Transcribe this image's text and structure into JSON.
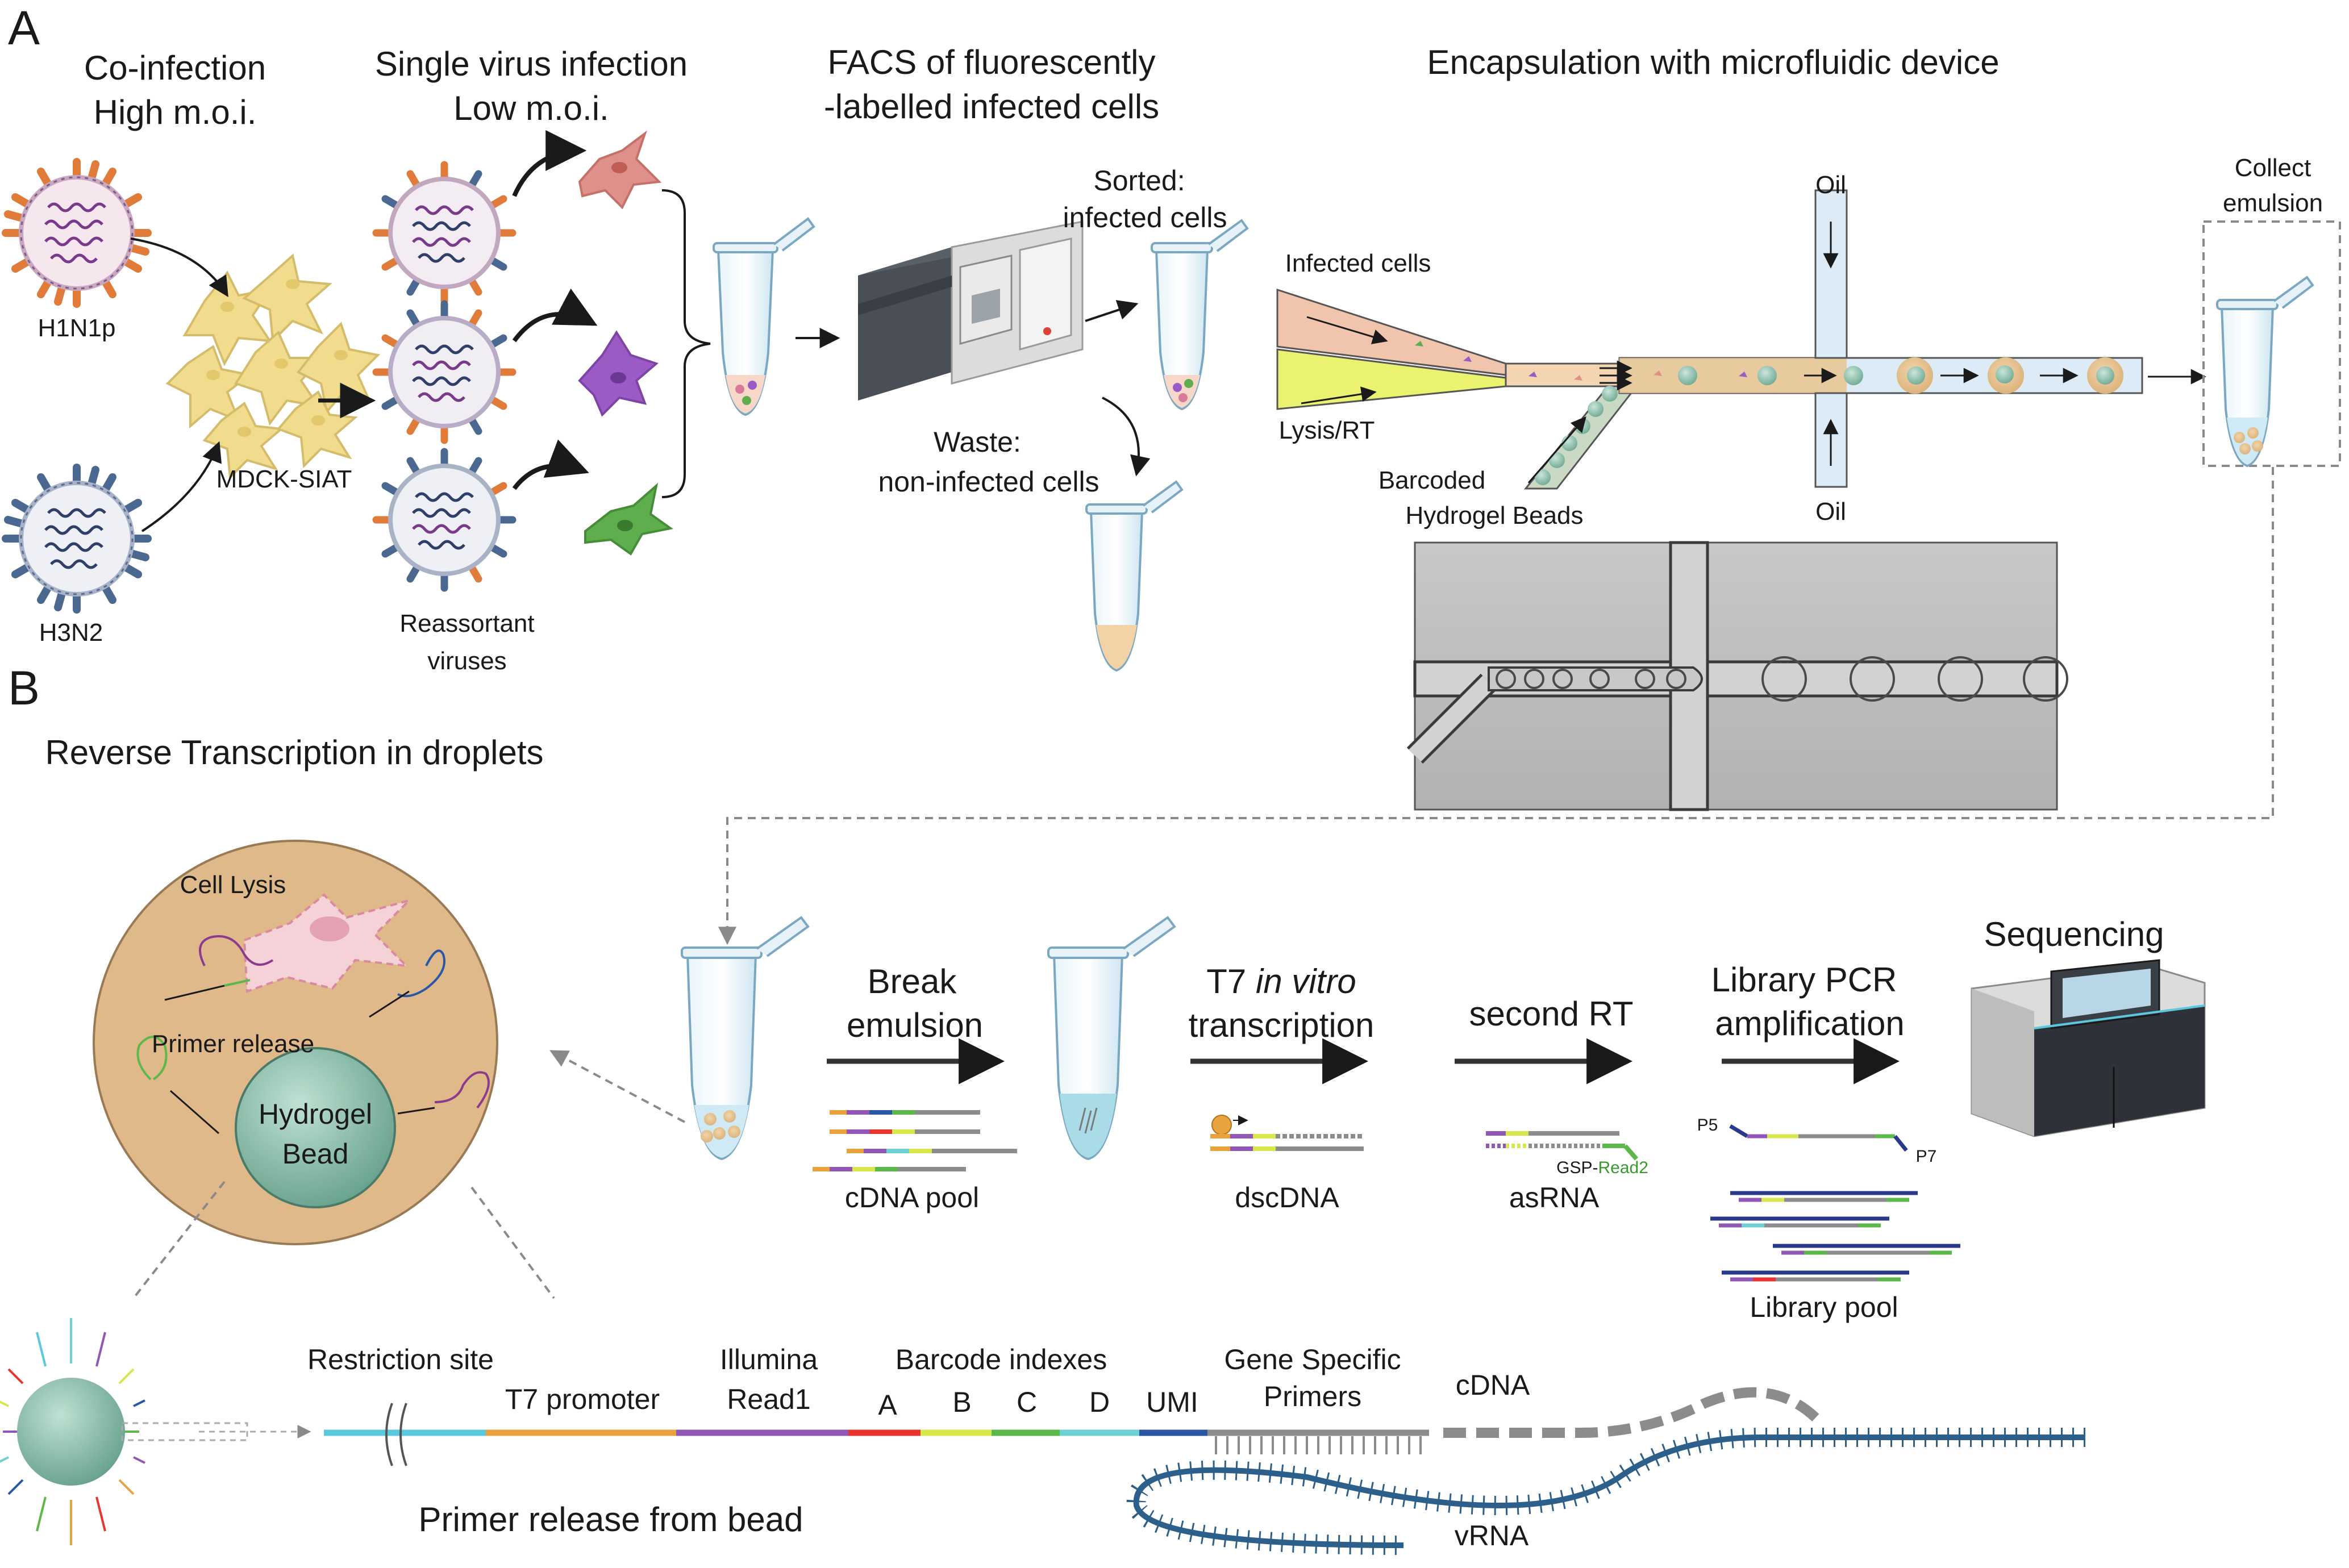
{
  "panels": {
    "a": "A",
    "b": "B"
  },
  "headers": {
    "coinfection_1": "Co-infection",
    "coinfection_2": "High m.o.i.",
    "single_1": "Single virus infection",
    "single_2": "Low m.o.i.",
    "facs_1": "FACS of fluorescently",
    "facs_2": "-labelled infected cells",
    "encap": "Encapsulation with microfluidic device",
    "rt_droplets": "Reverse Transcription in droplets"
  },
  "labels": {
    "h1n1p": "H1N1p",
    "h3n2": "H3N2",
    "mdck": "MDCK-SIAT",
    "reassortant_1": "Reassortant",
    "reassortant_2": "viruses",
    "sorted_1": "Sorted:",
    "sorted_2": "infected  cells",
    "waste_1": "Waste:",
    "waste_2": "non-infected cells",
    "infected_cells": "Infected cells",
    "lysis": "Lysis/RT",
    "barcoded_1": "Barcoded",
    "barcoded_2": "Hydrogel Beads",
    "oil_top": "Oil",
    "oil_bottom": "Oil",
    "collect_1": "Collect",
    "collect_2": "emulsion",
    "cell_lysis": "Cell Lysis",
    "primer_release": "Primer release",
    "hydrogel_1": "Hydrogel",
    "hydrogel_2": "Bead",
    "break_1": "Break",
    "break_2": "emulsion",
    "t7_1a": "T7 ",
    "t7_1b": "in vitro",
    "t7_2": "transcription",
    "second_rt": "second RT",
    "lib_1": "Library PCR",
    "lib_2": "amplification",
    "sequencing": "Sequencing",
    "cdna_pool": "cDNA pool",
    "dscdna": "dscDNA",
    "asrna": "asRNA",
    "gsp_read2_a": "GSP-",
    "gsp_read2_b": "Read2",
    "p5": "P5",
    "p7": "P7",
    "library_pool": "Library pool",
    "restriction": "Restriction site",
    "t7_promoter": "T7 promoter",
    "illumina_1": "Illumina",
    "illumina_2": "Read1",
    "barcode_indexes": "Barcode indexes",
    "bc_a": "A",
    "bc_b": "B",
    "bc_c": "C",
    "bc_d": "D",
    "umi": "UMI",
    "gsp_1": "Gene Specific",
    "gsp_2": "Primers",
    "cdna": "cDNA",
    "vrna": "vRNA",
    "primer_release_bead": "Primer release from bead"
  },
  "colors": {
    "h1n1_spike": "#e07b39",
    "h3n2_spike": "#4a6890",
    "cell_yellow": "#f1dc8e",
    "cell_red": "#e0908a",
    "cell_purple": "#9a5cc4",
    "cell_green": "#5eae4e",
    "droplet": "#e9c48e",
    "bead": "#8fc4ad",
    "channel_blue": "#dcebf5",
    "restriction": "#5bc8de",
    "t7": "#e8a33f",
    "read1": "#9157b4",
    "bc_a": "#e5352e",
    "bc_b": "#d8e84a",
    "bc_c": "#5cb84a",
    "bc_d": "#6fd0d3",
    "umi": "#2a56a6",
    "gsp": "#8c8c8c",
    "vrna": "#2c5f8a"
  }
}
